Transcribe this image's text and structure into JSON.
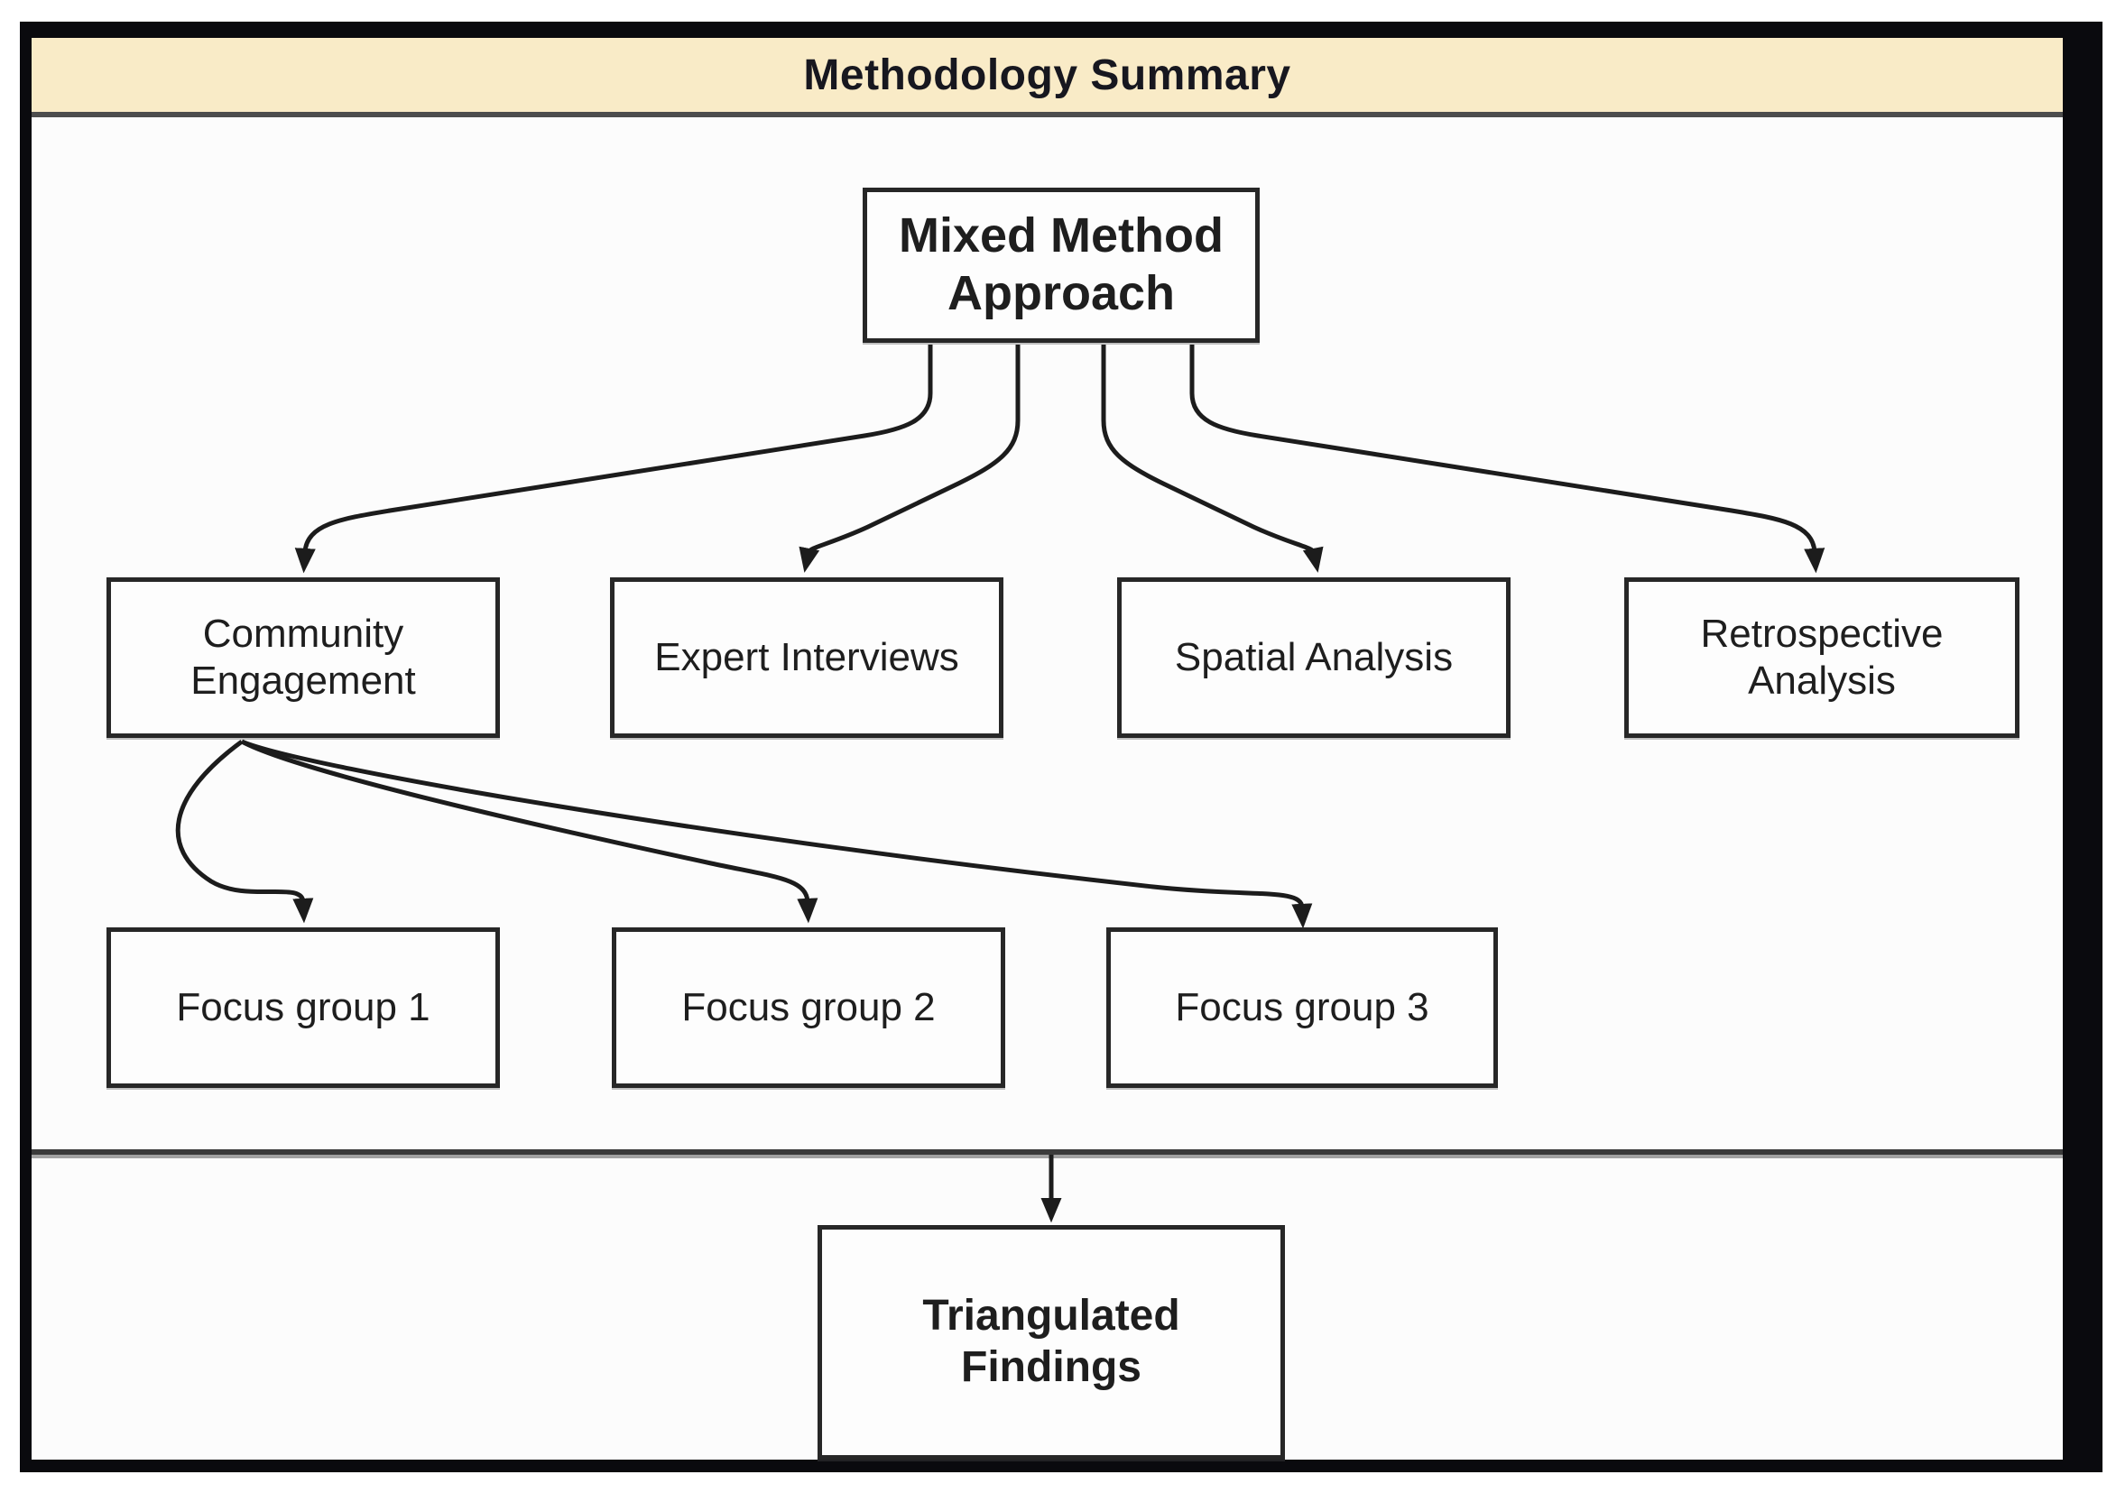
{
  "title_bar": {
    "title": "Methodology Summary"
  },
  "diagram": {
    "root": {
      "label": "Mixed Method Approach"
    },
    "methods": [
      {
        "label": "Community Engagement"
      },
      {
        "label": "Expert Interviews"
      },
      {
        "label": "Spatial Analysis"
      },
      {
        "label": "Retrospective Analysis"
      }
    ],
    "focus_groups": [
      {
        "label": "Focus group 1"
      },
      {
        "label": "Focus group 2"
      },
      {
        "label": "Focus group 3"
      }
    ],
    "outcome": {
      "label": "Triangulated Findings"
    },
    "edges": [
      {
        "from": "Mixed Method Approach",
        "to": "Community Engagement"
      },
      {
        "from": "Mixed Method Approach",
        "to": "Expert Interviews"
      },
      {
        "from": "Mixed Method Approach",
        "to": "Spatial Analysis"
      },
      {
        "from": "Mixed Method Approach",
        "to": "Retrospective Analysis"
      },
      {
        "from": "Community Engagement",
        "to": "Focus group 1"
      },
      {
        "from": "Community Engagement",
        "to": "Focus group 2"
      },
      {
        "from": "Community Engagement",
        "to": "Focus group 3"
      },
      {
        "from": "methods-section",
        "to": "Triangulated Findings"
      }
    ]
  },
  "colors": {
    "frame_border": "#0a0a0e",
    "title_bar_bg": "#f9ebc7",
    "title_text": "#17171f",
    "canvas_bg": "#fcfcfc",
    "box_border": "#272727",
    "box_bg": "#fdfdfd",
    "arrow": "#1c1c1c",
    "divider": "#3b3b3b"
  }
}
